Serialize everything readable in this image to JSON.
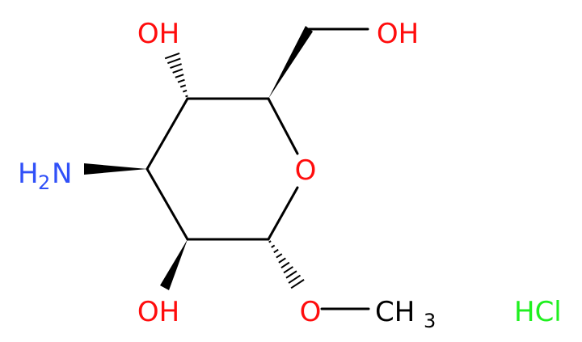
{
  "labels": {
    "oh_top": "OH",
    "oh_right": "OH",
    "ring_o": "O",
    "nh2_h": "H",
    "nh2_sub": "2",
    "nh2_n": "N",
    "oh_bottom": "OH",
    "ome_o": "O",
    "ch3_ch": "CH",
    "ch3_sub": "3",
    "hcl": "HCl"
  },
  "colors": {
    "bond": "#000000",
    "oxygen": "#ff0d0d",
    "nitrogen": "#3050f8",
    "chlorine": "#1ff01f"
  }
}
